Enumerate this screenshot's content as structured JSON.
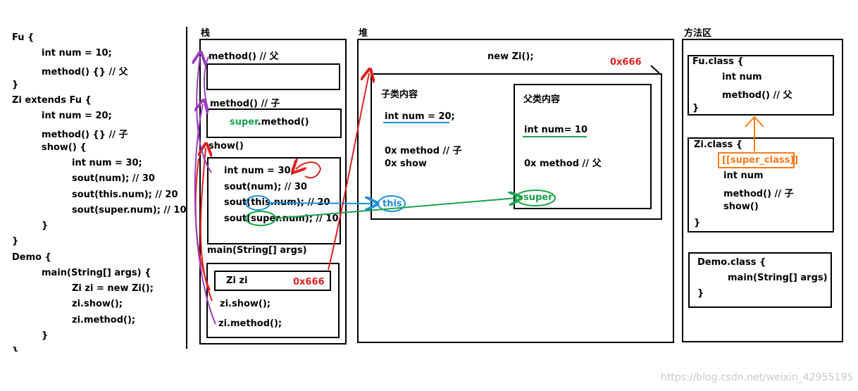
{
  "code": [
    {
      "text": "Fu {"
    },
    {
      "text": "int num = 10;"
    },
    {
      "text": "method() {} // 父"
    },
    {
      "text": "}"
    },
    {
      "text": "Zi extends Fu {"
    },
    {
      "text": "int num = 20;"
    },
    {
      "text": "method() {} // 子"
    },
    {
      "text": "show() {"
    },
    {
      "text": "int num = 30;"
    },
    {
      "text": "sout(num); // 30"
    },
    {
      "text": "sout(this.num); // 20"
    },
    {
      "text": "sout(super.num); // 10"
    },
    {
      "text": "}"
    },
    {
      "text": "}"
    },
    {
      "text": "Demo {"
    },
    {
      "text": "main(String[] args) {"
    },
    {
      "text": "Zi zi = new Zi();"
    },
    {
      "text": "zi.show();"
    },
    {
      "text": "zi.method();"
    },
    {
      "text": "}"
    },
    {
      "text": "}"
    }
  ],
  "stack": {
    "title": "栈",
    "method_fu": "method() // 父",
    "method_zi": "method() // 子",
    "super_kw": "super",
    "method_call": ".method()",
    "show": "show()",
    "show_lines": [
      "int num = 30;",
      "sout(num); // 30",
      "sout(this.num); // 20",
      "sout(super.num); // 10"
    ],
    "main": "main(String[] args)",
    "zi_var": "Zi zi",
    "zi_addr": "0x666",
    "zi_show": "zi.show();",
    "zi_method": "zi.method();"
  },
  "heap": {
    "title": "堆",
    "new_zi": "new Zi();",
    "addr": "0x666",
    "sub_title": "子类内容",
    "sub_num": "int num = 20;",
    "sub_method": "0x method // 子",
    "sub_show": "0x show",
    "parent_title": "父类内容",
    "parent_num": "int num= 10",
    "parent_method": "0x method // 父",
    "this_label": "this",
    "super_label": "super"
  },
  "method_area": {
    "title": "方法区",
    "fu_class": "Fu.class {",
    "fu_num": "int num",
    "fu_method": "method() // 父",
    "fu_close": "}",
    "zi_class": "Zi.class {",
    "zi_super": "[[super_class]]",
    "zi_num": "int num",
    "zi_method": "method() // 子",
    "zi_show": "show()",
    "zi_close": "}",
    "demo_class": "Demo.class {",
    "demo_main": "main(String[] args)",
    "demo_close": "}"
  },
  "watermark": "https://blog.csdn.net/weixin_42955195",
  "colors": {
    "red": "#e02020",
    "green": "#1aa34a",
    "blue": "#1a8fd6",
    "purple": "#9b3fbf",
    "orange": "#ff7a1a"
  }
}
